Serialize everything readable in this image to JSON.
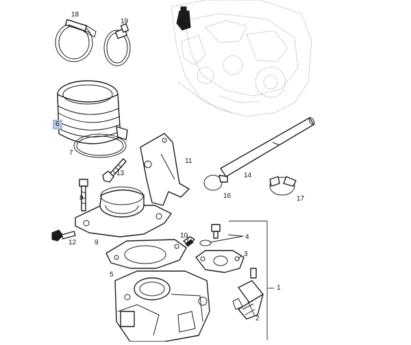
{
  "callouts": [
    {
      "id": "1",
      "text": "1"
    },
    {
      "id": "2",
      "text": "2"
    },
    {
      "id": "3",
      "text": "3"
    },
    {
      "id": "4",
      "text": "4"
    },
    {
      "id": "5",
      "text": "5"
    },
    {
      "id": "6",
      "text": "6",
      "highlighted": true
    },
    {
      "id": "7",
      "text": "7"
    },
    {
      "id": "8",
      "text": "8"
    },
    {
      "id": "9",
      "text": "9"
    },
    {
      "id": "10",
      "text": "10"
    },
    {
      "id": "11",
      "text": "11"
    },
    {
      "id": "12",
      "text": "12"
    },
    {
      "id": "13",
      "text": "13"
    },
    {
      "id": "14",
      "text": "14"
    },
    {
      "id": "16",
      "text": "16"
    },
    {
      "id": "17",
      "text": "17"
    },
    {
      "id": "18",
      "text": "18"
    },
    {
      "id": "19",
      "text": "19"
    }
  ],
  "colors": {
    "highlight": "#b8c7e0",
    "line": "#1a1a1a",
    "engine": "#9a9a9a"
  }
}
